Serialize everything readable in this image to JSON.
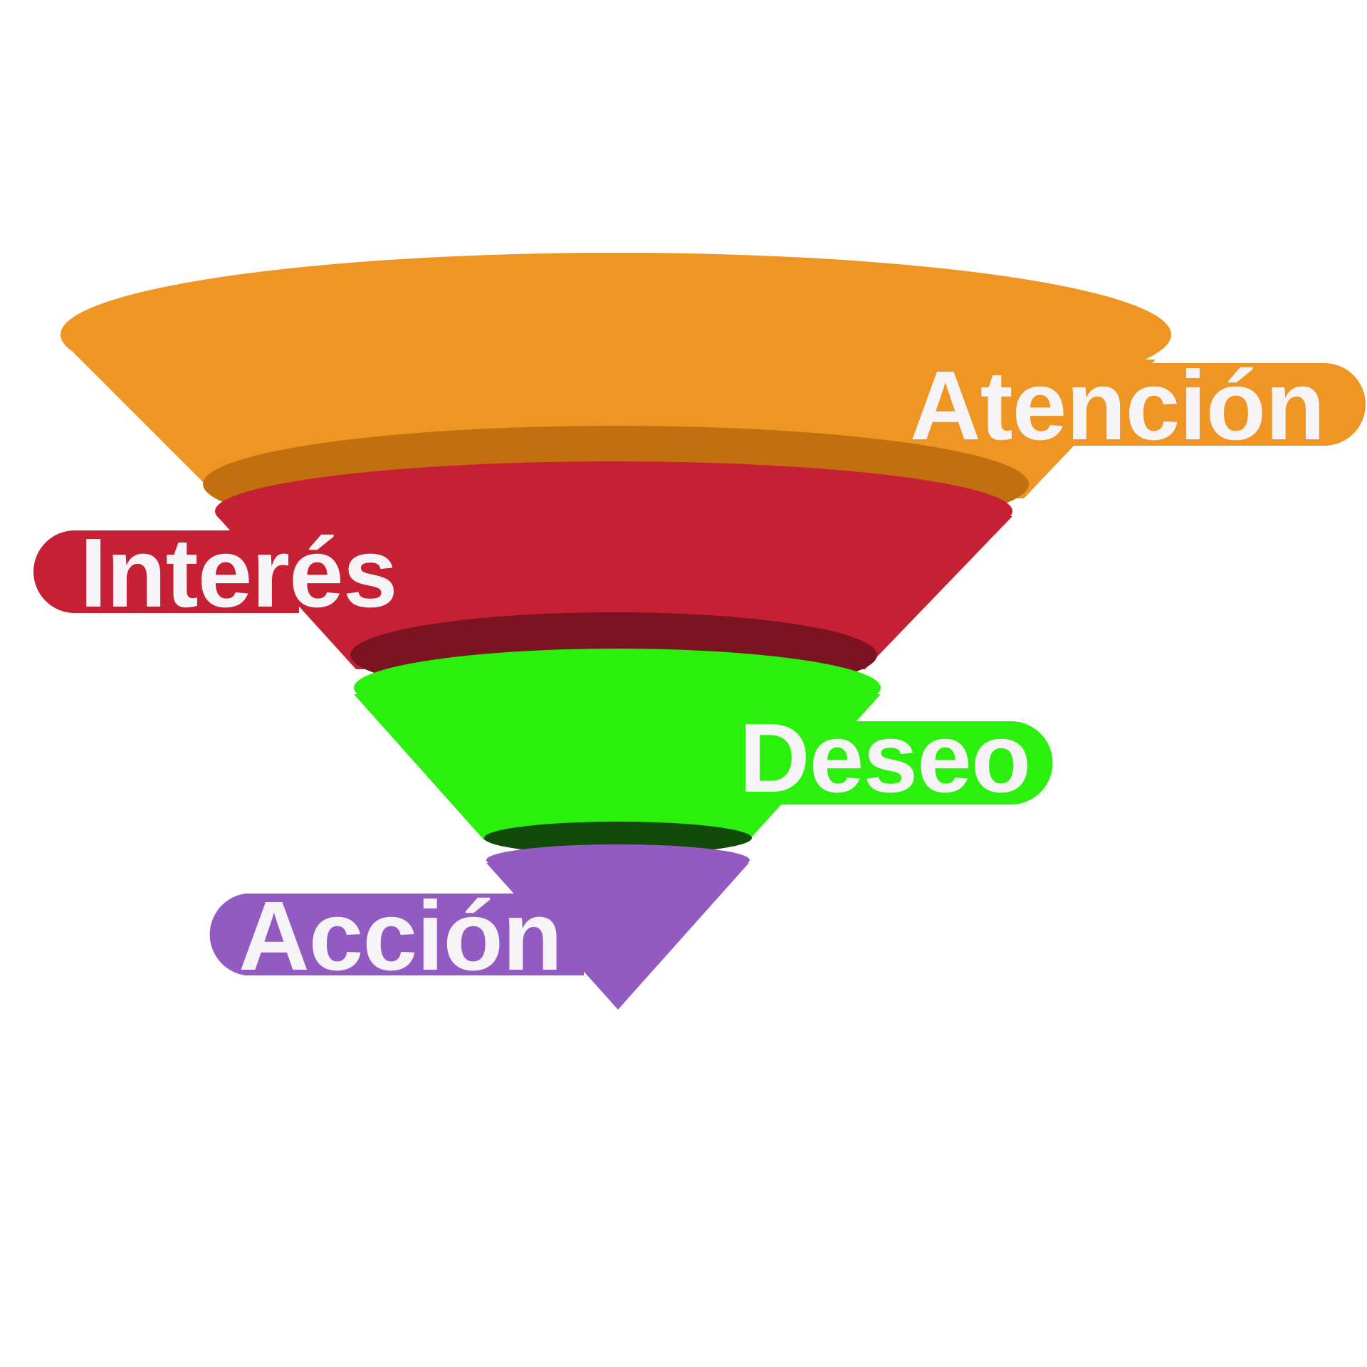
{
  "stages": [
    {
      "id": "atencion",
      "label": "Atención",
      "color": "#ef9524",
      "rim_color": "#c26f0f"
    },
    {
      "id": "interes",
      "label": "Interés",
      "color": "#c62034",
      "rim_color": "#7b1320"
    },
    {
      "id": "deseo",
      "label": "Deseo",
      "color": "#2bef0c",
      "rim_color": "#124a0c"
    },
    {
      "id": "accion",
      "label": "Acción",
      "color": "#935bc1",
      "rim_color": "#935bc1"
    }
  ]
}
